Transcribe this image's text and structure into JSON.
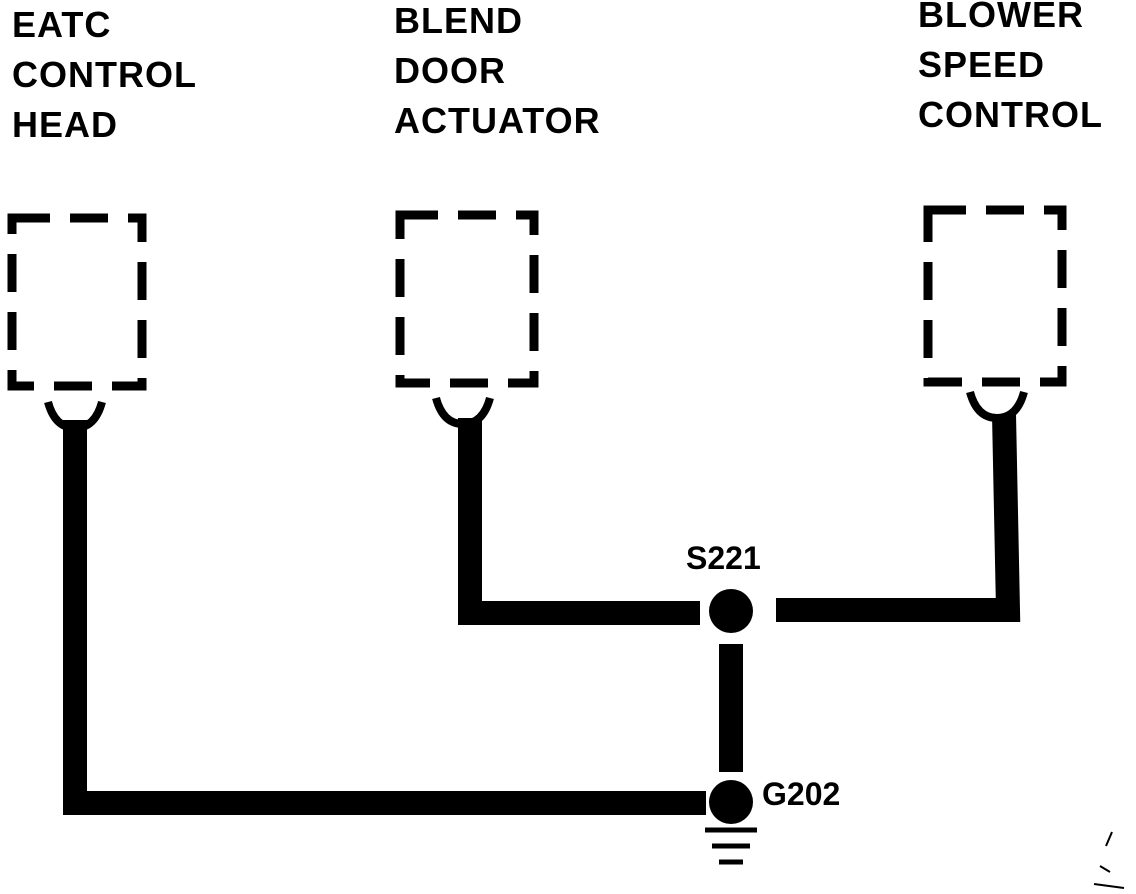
{
  "components": [
    {
      "id": "eatc",
      "lines": [
        "EATC",
        "CONTROL",
        "HEAD"
      ]
    },
    {
      "id": "blend",
      "lines": [
        "BLEND",
        "DOOR",
        "ACTUATOR"
      ]
    },
    {
      "id": "blower",
      "lines": [
        "BLOWER",
        "SPEED",
        "CONTROL"
      ]
    }
  ],
  "splice": {
    "label": "S221"
  },
  "ground": {
    "label": "G202"
  },
  "colors": {
    "ink": "#000000",
    "paper": "#ffffff"
  }
}
